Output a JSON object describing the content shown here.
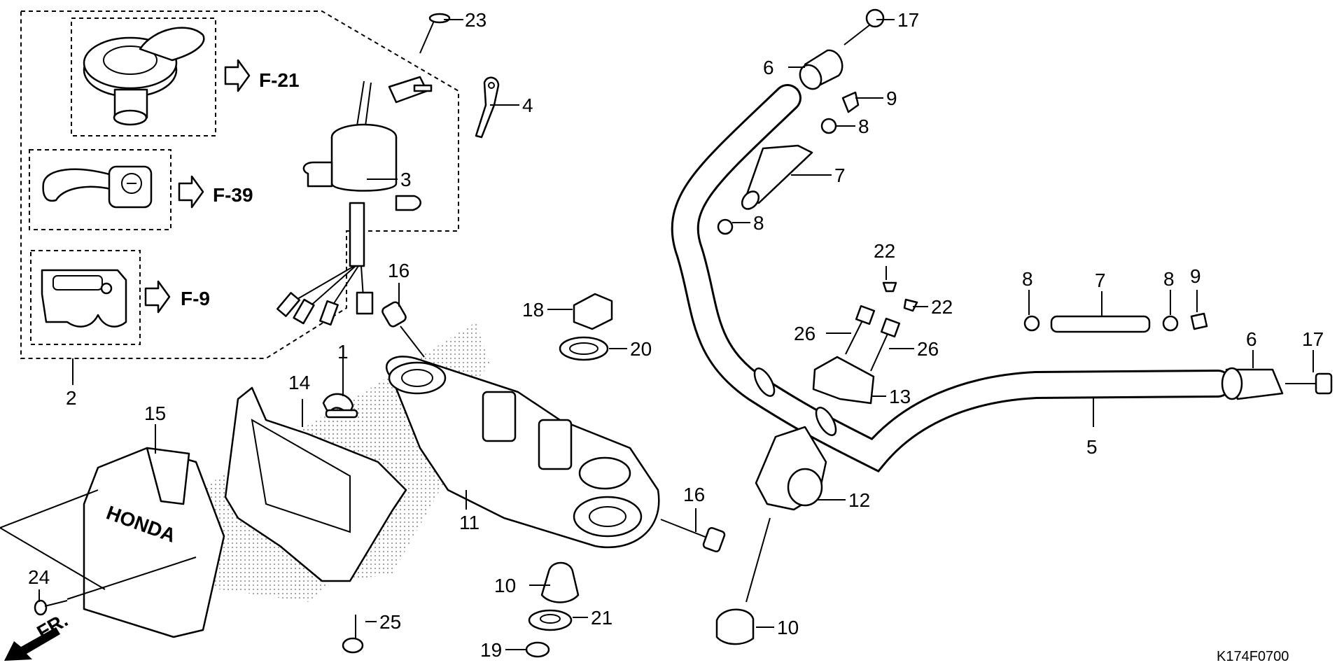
{
  "diagram_code": "K174F0700",
  "brand_text": "HONDA",
  "front_marker": "FR.",
  "refs": [
    {
      "id": "ref-f21",
      "text": "F-21"
    },
    {
      "id": "ref-f39",
      "text": "F-39"
    },
    {
      "id": "ref-f9",
      "text": "F-9"
    }
  ],
  "callouts": {
    "c1": "1",
    "c2": "2",
    "c3": "3",
    "c4": "4",
    "c5": "5",
    "c6a": "6",
    "c6b": "6",
    "c7a": "7",
    "c7b": "7",
    "c8a": "8",
    "c8b": "8",
    "c8c": "8",
    "c8d": "8",
    "c9a": "9",
    "c9b": "9",
    "c10a": "10",
    "c10b": "10",
    "c11": "11",
    "c12": "12",
    "c13": "13",
    "c14": "14",
    "c15": "15",
    "c16a": "16",
    "c16b": "16",
    "c17a": "17",
    "c17b": "17",
    "c18": "18",
    "c19": "19",
    "c20": "20",
    "c21": "21",
    "c22a": "22",
    "c22b": "22",
    "c23": "23",
    "c24": "24",
    "c25": "25",
    "c26a": "26",
    "c26b": "26"
  }
}
